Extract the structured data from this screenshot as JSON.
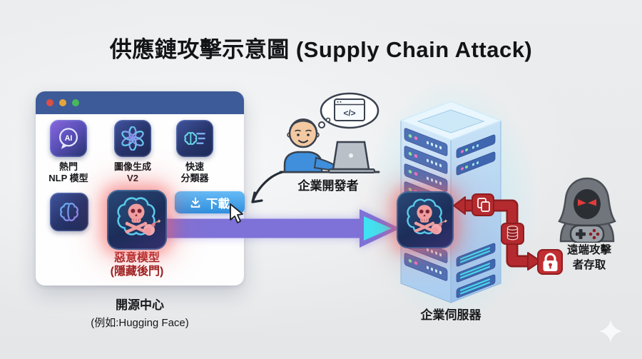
{
  "title": "供應鏈攻擊示意圖 (Supply Chain Attack)",
  "hub": {
    "ai_badge": "AI",
    "tiles": [
      {
        "line1": "熱門",
        "line2": "NLP 模型"
      },
      {
        "line1": "圖像生成",
        "line2": "V2"
      },
      {
        "line1": "快速",
        "line2": "分類器"
      }
    ],
    "download_label": "下載",
    "malicious": {
      "line1": "惡意模型",
      "line2": "(隱藏後門)"
    },
    "caption": {
      "line1": "開源中心",
      "line2": "(例如:Hugging Face)"
    }
  },
  "developer": {
    "label": "企業開發者",
    "bubble_code": "</>"
  },
  "server": {
    "label": "企業伺服器"
  },
  "attacker": {
    "line1": "遠端攻擊",
    "line2": "者存取"
  },
  "icons": {
    "window_controls": [
      "close-dot",
      "minimize-dot",
      "zoom-dot"
    ],
    "download_icon": "download-tray-arrow",
    "malicious_icon": "skull-crossbones-bomb",
    "exfiltration_icons": [
      "copy-files",
      "database",
      "lock"
    ],
    "developer_icon": "person-at-laptop-code-bubble",
    "attacker_icon": "hooded-hacker-gamepad",
    "watermark": "sparkle"
  },
  "colors": {
    "background": "#e9eaec",
    "window_header": "#3d5b99",
    "accent_blue": "#3b9de8",
    "danger_red": "#b42a2e",
    "malicious_text": "#9b1c1c",
    "arrow_purple": "#7e72d8",
    "arrow_cyan": "#3ce6f6"
  }
}
